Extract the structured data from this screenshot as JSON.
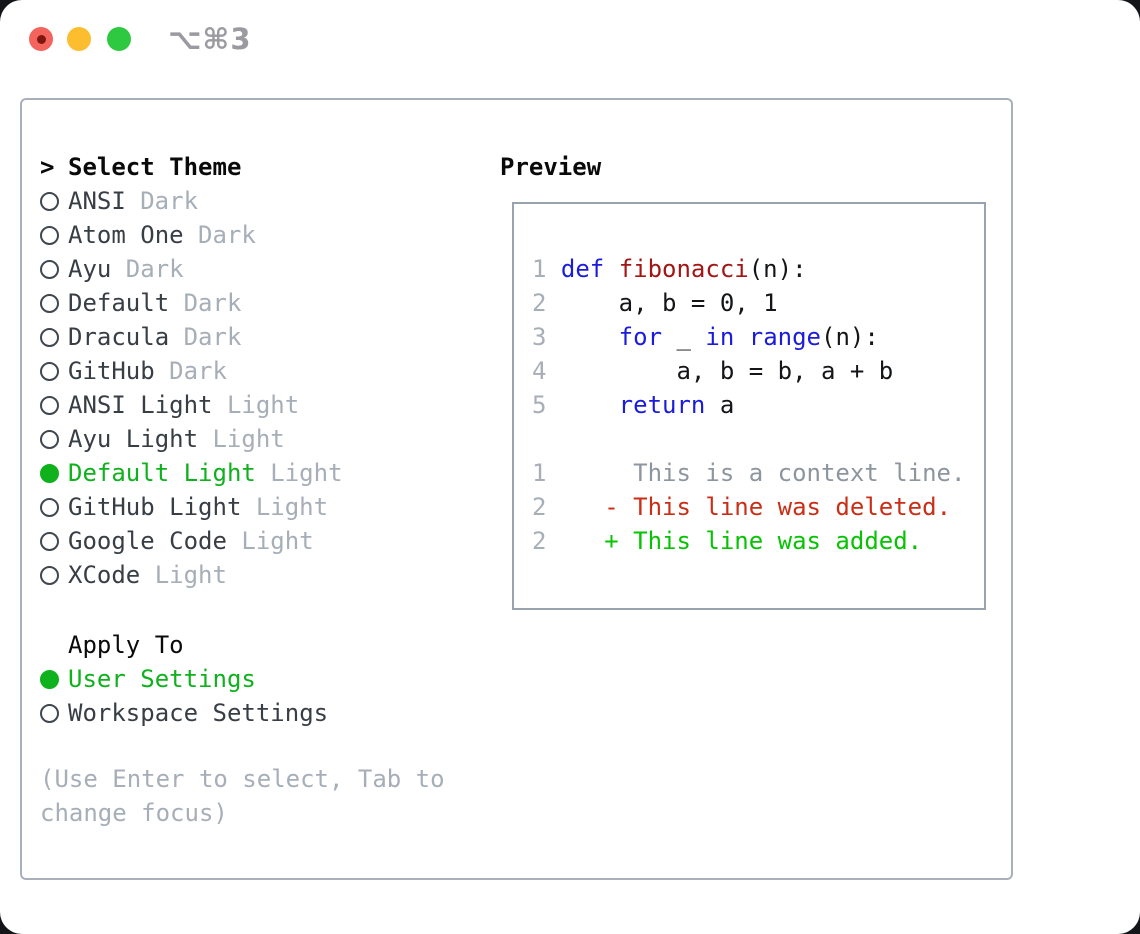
{
  "window": {
    "hotkey_label": "⌥⌘3"
  },
  "theme_panel": {
    "prompt": ">",
    "title": "Select Theme",
    "items": [
      {
        "name": "ANSI",
        "variant": "Dark",
        "selected": false
      },
      {
        "name": "Atom One",
        "variant": "Dark",
        "selected": false
      },
      {
        "name": "Ayu",
        "variant": "Dark",
        "selected": false
      },
      {
        "name": "Default",
        "variant": "Dark",
        "selected": false
      },
      {
        "name": "Dracula",
        "variant": "Dark",
        "selected": false
      },
      {
        "name": "GitHub",
        "variant": "Dark",
        "selected": false
      },
      {
        "name": "ANSI Light",
        "variant": "Light",
        "selected": false
      },
      {
        "name": "Ayu Light",
        "variant": "Light",
        "selected": false
      },
      {
        "name": "Default Light",
        "variant": "Light",
        "selected": true
      },
      {
        "name": "GitHub Light",
        "variant": "Light",
        "selected": false
      },
      {
        "name": "Google Code",
        "variant": "Light",
        "selected": false
      },
      {
        "name": "XCode",
        "variant": "Light",
        "selected": false
      }
    ],
    "apply_to": {
      "title": "Apply To",
      "options": [
        {
          "label": "User Settings",
          "selected": true
        },
        {
          "label": "Workspace Settings",
          "selected": false
        }
      ]
    },
    "hint_line1": "(Use Enter to select, Tab to",
    "hint_line2": "change focus)"
  },
  "preview": {
    "title": "Preview",
    "lines": [
      {
        "num": "1",
        "segments": [
          {
            "t": "def",
            "s": "kw"
          },
          {
            "t": " ",
            "s": "pl"
          },
          {
            "t": "fibonacci",
            "s": "fn"
          },
          {
            "t": "(n):",
            "s": "pl"
          }
        ]
      },
      {
        "num": "2",
        "segments": [
          {
            "t": "    a, b = 0, 1",
            "s": "pl"
          }
        ]
      },
      {
        "num": "3",
        "segments": [
          {
            "t": "    ",
            "s": "pl"
          },
          {
            "t": "for",
            "s": "kw"
          },
          {
            "t": " _ ",
            "s": "pl"
          },
          {
            "t": "in",
            "s": "kw"
          },
          {
            "t": " ",
            "s": "pl"
          },
          {
            "t": "range",
            "s": "kw"
          },
          {
            "t": "(n):",
            "s": "pl"
          }
        ]
      },
      {
        "num": "4",
        "segments": [
          {
            "t": "        a, b = b, a + b",
            "s": "pl"
          }
        ]
      },
      {
        "num": "5",
        "segments": [
          {
            "t": "    ",
            "s": "pl"
          },
          {
            "t": "return",
            "s": "kw"
          },
          {
            "t": " a",
            "s": "pl"
          }
        ]
      },
      {
        "blank": true
      },
      {
        "num": "1",
        "segments": [
          {
            "t": "     This is a context line.",
            "s": "ctx"
          }
        ]
      },
      {
        "num": "2",
        "segments": [
          {
            "t": "   ",
            "s": "pl"
          },
          {
            "t": "- This line was deleted.",
            "s": "del"
          }
        ]
      },
      {
        "num": "2",
        "segments": [
          {
            "t": "   ",
            "s": "pl"
          },
          {
            "t": "+ This line was added.",
            "s": "add"
          }
        ]
      }
    ]
  },
  "palette": {
    "tl_red": "#f4635c",
    "tl_red_dot": "#7f1710",
    "tl_yellow": "#fcbd2f",
    "tl_green": "#2ec940",
    "hotkey": "#9a9aa0",
    "panel_border": "#a9b0bb",
    "preview_border": "#99a3ae",
    "header_text": "#0a0a0a",
    "list_text": "#383e45",
    "muted": "#a6aeb8",
    "green": "#0fb11d",
    "radio_ring": "#40474f",
    "keyword": "#1b1cdb",
    "function_name": "#a31515",
    "code_text": "#141518",
    "line_number": "#a6aeb8",
    "context": "#8d959e",
    "deleted": "#c92e16",
    "added": "#07c303"
  }
}
